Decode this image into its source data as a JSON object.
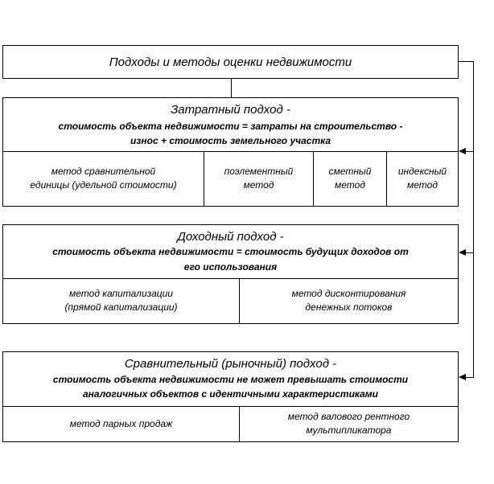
{
  "root": {
    "title": "Подходы и методы оценки недвижимости"
  },
  "cost": {
    "title": "Затратный подход -",
    "formula_line1": "стоимость объекта недвижимости =  затраты на строительство -",
    "formula_line2": "износ + стоимость земельного участка",
    "methods": [
      "метод  сравнительной\nединицы (удельной стоимости)",
      "поэлементный\nметод",
      "сметный\nметод",
      "индексный\nметод"
    ]
  },
  "income": {
    "title": "Доходный подход -",
    "formula_line1": "стоимость объекта недвижимости =  стоимость будущих доходов  от",
    "formula_line2": "его использования",
    "methods": [
      "метод капитализации\n(прямой  капитализации)",
      "метод дисконтирования\nденежных  потоков"
    ]
  },
  "market": {
    "title": "Сравнительный (рыночный) подход -",
    "formula_line1": "стоимость объекта недвижимости  не может превышать стоимости",
    "formula_line2": "аналогичных объектов  с идентичными характеристиками",
    "methods": [
      "метод  парных продаж",
      "метод валового рентного\nмультипликатора"
    ]
  }
}
